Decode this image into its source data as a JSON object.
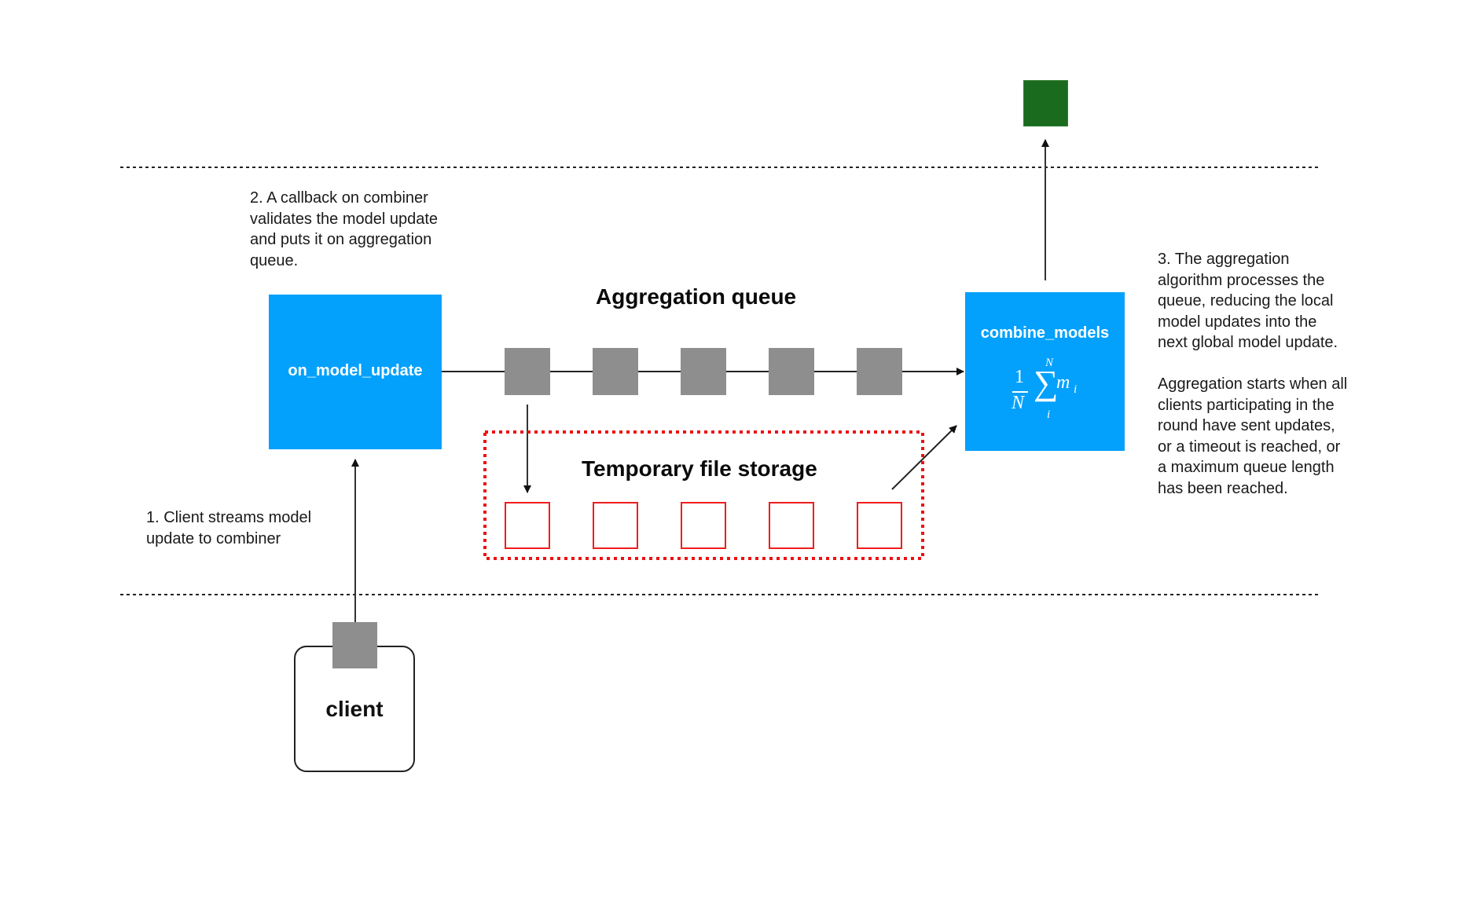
{
  "diagram": {
    "annotations": {
      "step1": "1. Client streams model\nupdate to combiner",
      "step2": "2. A callback on combiner\nvalidates the model update\nand puts it on aggregation\nqueue.",
      "step3": "3. The aggregation\nalgorithm processes the\nqueue, reducing the local\nmodel updates into the\nnext global model update.",
      "step3_detail": "Aggregation starts when all\nclients participating in the\nround have sent updates,\nor a timeout is reached, or\na maximum queue length\nhas been reached."
    },
    "nodes": {
      "on_model_update": "on_model_update",
      "combine_models": "combine_models",
      "client": "client"
    },
    "headings": {
      "aggregation_queue": "Aggregation queue",
      "temporary_storage": "Temporary file storage"
    },
    "formula": {
      "numerator": "1",
      "denominator": "N",
      "sum_upper": "N",
      "sum_symbol": "∑",
      "sum_lower": "i",
      "term": "m",
      "term_subscript": "i"
    },
    "queue_items": 5,
    "storage_items": 5,
    "colors": {
      "function_box": "#03a1fc",
      "queue_item": "#8e8e8e",
      "storage_item": "#f11d1d",
      "global_model": "#1b6b1f",
      "boundary_line": "#222222"
    }
  }
}
